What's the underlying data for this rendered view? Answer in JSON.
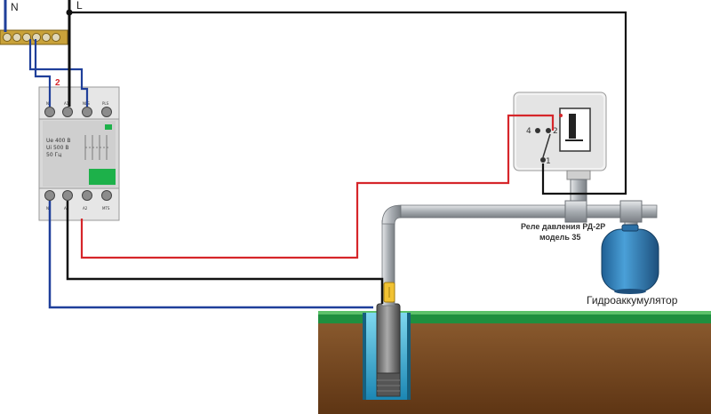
{
  "diagram": {
    "wire_labels": {
      "neutral": "N",
      "line": "L"
    },
    "breaker": {
      "terminal_number": "2",
      "top_terminals": [
        "N",
        "A1",
        "NLS",
        "PLS"
      ],
      "ratings": [
        "Ue 400 B",
        "Ui 500 B",
        "50 Гц"
      ],
      "bottom_terminals": [
        "N",
        "A1",
        "A2",
        "MTS"
      ]
    },
    "pressure_switch": {
      "name_line1": "Реле давления РД-2Р",
      "name_line2": "модель 35",
      "contacts": [
        "4",
        "2",
        "1"
      ]
    },
    "accumulator": {
      "label": "Гидроаккумулятор"
    },
    "colors": {
      "neutral_wire": "#1f3f9a",
      "line_wire": "#111111",
      "signal_wire": "#d6262a",
      "ground_top": "#1f8f3f",
      "soil": "#7a4a22",
      "well_water": "#2fa7c9",
      "tank": "#2f7fb8",
      "pipe": "#b9bdc1"
    }
  }
}
